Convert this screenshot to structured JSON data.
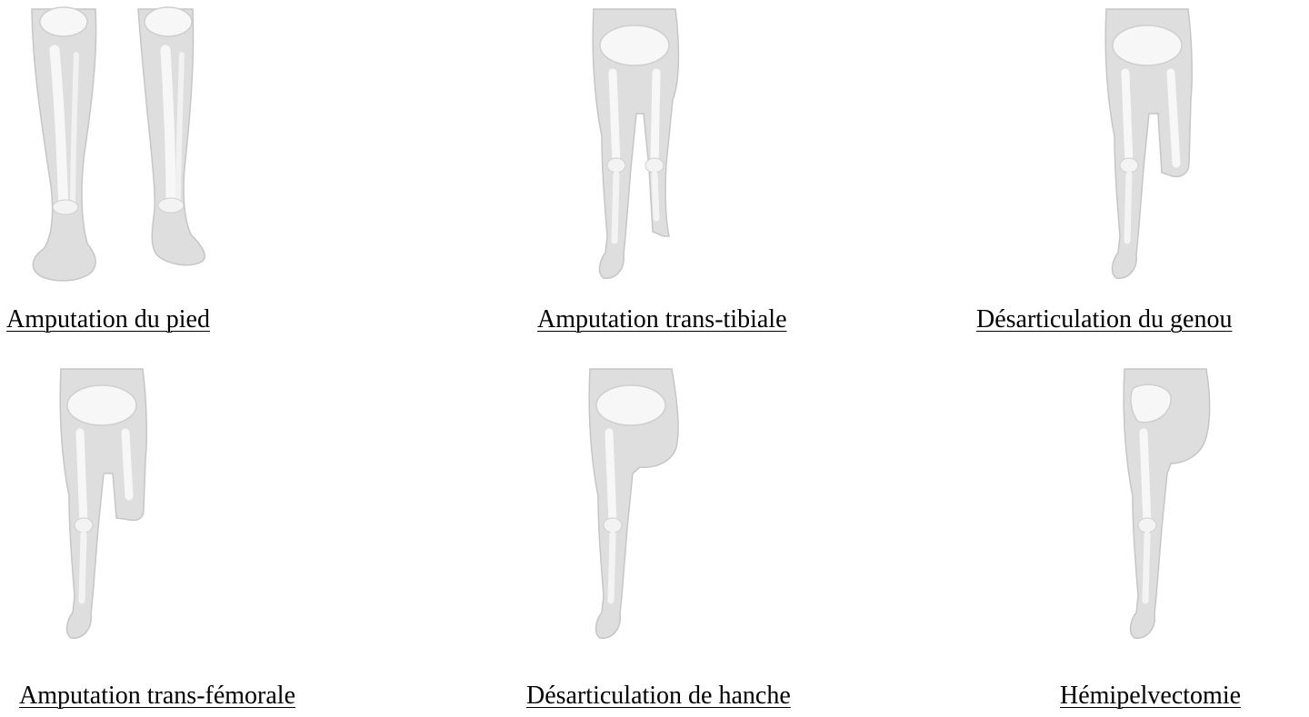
{
  "colors": {
    "skin": "#dedede",
    "skin_edge": "#c6c6c6",
    "bone": "#f7f7f7",
    "bone_edge": "#cfcfcf",
    "text": "#000000"
  },
  "items": [
    {
      "label": "Amputation du pied",
      "figure_icon": "lower-legs-foot-icon"
    },
    {
      "label": "Amputation trans-tibiale",
      "figure_icon": "body-transtibial-icon"
    },
    {
      "label": "Désarticulation du genou",
      "figure_icon": "body-knee-disarticulation-icon"
    },
    {
      "label": "Amputation trans-fémorale",
      "figure_icon": "body-transfemoral-icon"
    },
    {
      "label": "Désarticulation de hanche",
      "figure_icon": "body-hip-disarticulation-icon"
    },
    {
      "label": "Hémipelvectomie",
      "figure_icon": "body-hemipelvectomy-icon"
    }
  ]
}
